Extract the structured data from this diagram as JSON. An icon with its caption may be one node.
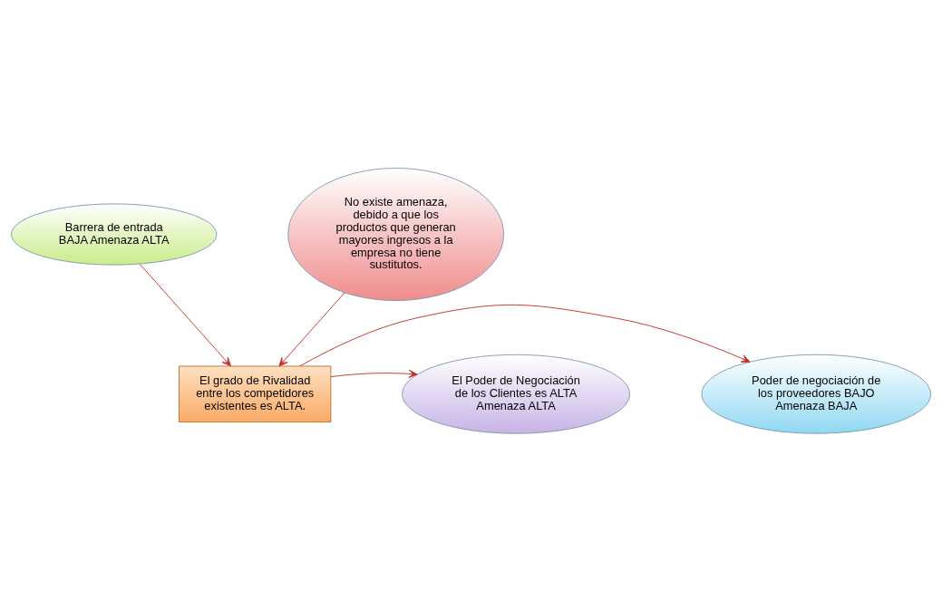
{
  "diagram": {
    "nodes": [
      {
        "text": [
          "Barrera de entrada BAJA Amenaza ALTA"
        ]
      },
      {
        "text": [
          "Poder de negociación de los proveedores BAJO Amenaza BAJA"
        ]
      },
      {
        "text": [
          "El grado de Rivalidad entre los competidores existentes es ALTA."
        ]
      },
      {
        "text": [
          "El Poder de Negociación de los Clientes es ALTA Amenaza ALTA"
        ]
      },
      {
        "text": [
          "No existe amenaza, debido a que los productos que generan mayores ingresos a la empresa no tiene sustitutos."
        ]
      }
    ],
    "edges": [
      {
        "from": 0,
        "to": 2,
        "arrow": "to"
      },
      {
        "from": 2,
        "to": 1,
        "arrow": "to"
      },
      {
        "from": 2,
        "to": 3,
        "arrow": "to"
      },
      {
        "from": 4,
        "to": 2,
        "arrow": "to"
      }
    ]
  }
}
